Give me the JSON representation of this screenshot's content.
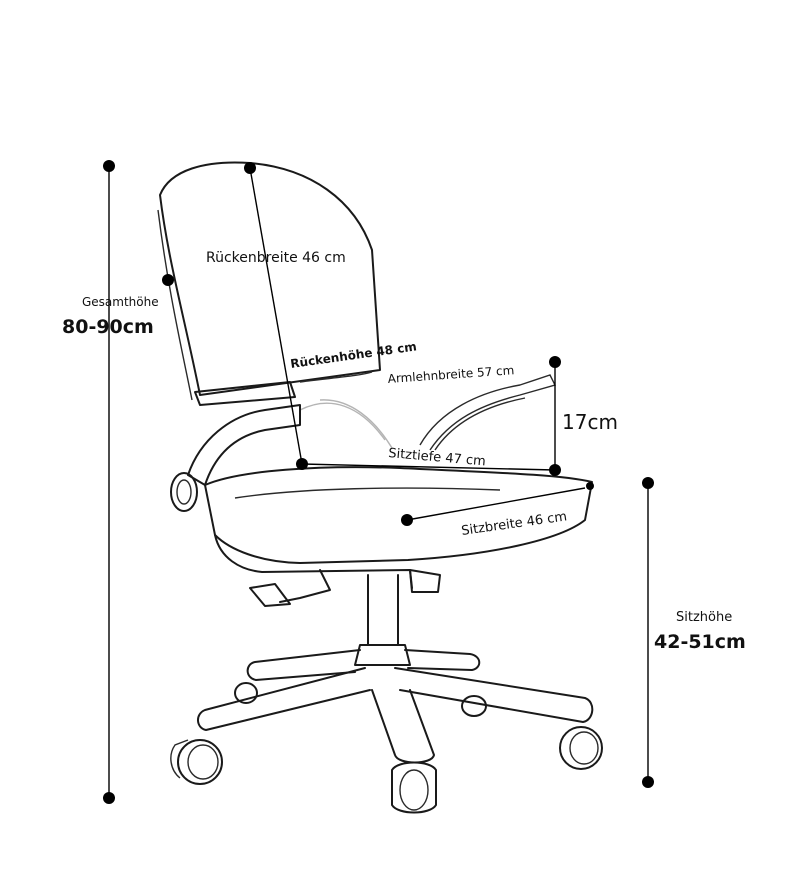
{
  "labels": {
    "overall_height_title": "Gesamthöhe",
    "overall_height_value": "80-90cm",
    "backrest_width": "Rückenbreite 46 cm",
    "backrest_height": "Rückenhöhe 48 cm",
    "armrest_width": "Armlehnbreite 57 cm",
    "armrest_height": "17cm",
    "seat_depth": "Sitztiefe 47 cm",
    "seat_width": "Sitzbreite 46 cm",
    "seat_height_title": "Sitzhöhe",
    "seat_height_value": "42-51cm"
  },
  "colors": {
    "line": "#1a1a1a",
    "background": "#ffffff"
  }
}
